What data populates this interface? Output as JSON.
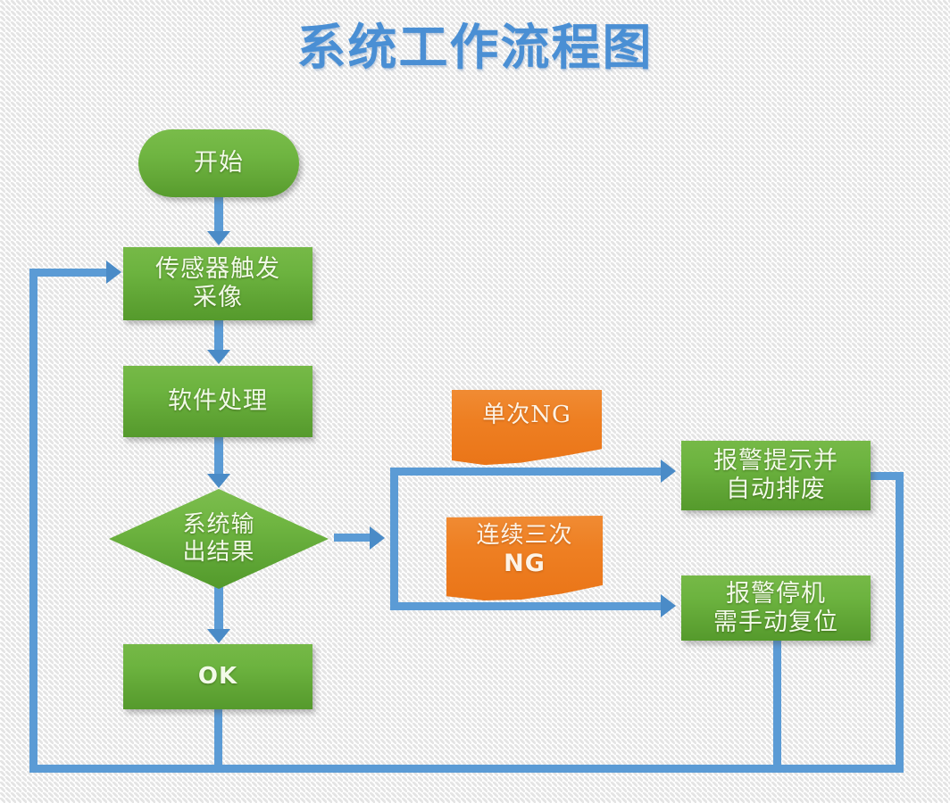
{
  "page": {
    "title": "系统工作流程图",
    "title_color": "#4a8fd4",
    "background_color": "#f6f6f6"
  },
  "palette": {
    "node_green": "#6cb33f",
    "banner_orange": "#ee7f22",
    "connector_blue": "#5b9bd5",
    "arrow_blue": "#4a8bc7",
    "node_text": "#f2fae8"
  },
  "flowchart": {
    "type": "flowchart",
    "nodes": [
      {
        "id": "start",
        "label": "开始",
        "shape": "rounded-rectangle",
        "color": "#6cb33f"
      },
      {
        "id": "sensor",
        "label": "传感器触发\n采像",
        "line1": "传感器触发",
        "line2": "采像",
        "shape": "rectangle",
        "color": "#6cb33f"
      },
      {
        "id": "software",
        "label": "软件处理",
        "shape": "rectangle",
        "color": "#6cb33f"
      },
      {
        "id": "decision",
        "label": "系统输\n出结果",
        "line1": "系统输",
        "line2": "出结果",
        "shape": "diamond",
        "color": "#6cb33f"
      },
      {
        "id": "ok",
        "label": "OK",
        "shape": "rectangle",
        "color": "#6cb33f"
      },
      {
        "id": "single_ng",
        "label": "单次NG",
        "shape": "banner",
        "color": "#ee7f22"
      },
      {
        "id": "triple_ng",
        "label": "连续三次\nNG",
        "line1": "连续三次",
        "line2": "NG",
        "shape": "banner",
        "color": "#ee7f22"
      },
      {
        "id": "alarm_reject",
        "label": "报警提示并\n自动排废",
        "line1": "报警提示并",
        "line2": "自动排废",
        "shape": "rectangle",
        "color": "#6cb33f"
      },
      {
        "id": "alarm_stop",
        "label": "报警停机\n需手动复位",
        "line1": "报警停机",
        "line2": "需手动复位",
        "shape": "rectangle",
        "color": "#6cb33f"
      }
    ],
    "edges": [
      {
        "from": "start",
        "to": "sensor",
        "label": ""
      },
      {
        "from": "sensor",
        "to": "software",
        "label": ""
      },
      {
        "from": "software",
        "to": "decision",
        "label": ""
      },
      {
        "from": "decision",
        "to": "alarm_reject",
        "label": "单次NG"
      },
      {
        "from": "decision",
        "to": "alarm_stop",
        "label": "连续三次NG"
      },
      {
        "from": "decision",
        "to": "ok",
        "label": ""
      },
      {
        "from": "ok",
        "to": "sensor",
        "label": ""
      },
      {
        "from": "alarm_reject",
        "to": "sensor",
        "label": ""
      },
      {
        "from": "alarm_stop",
        "to": "sensor",
        "label": ""
      }
    ]
  }
}
